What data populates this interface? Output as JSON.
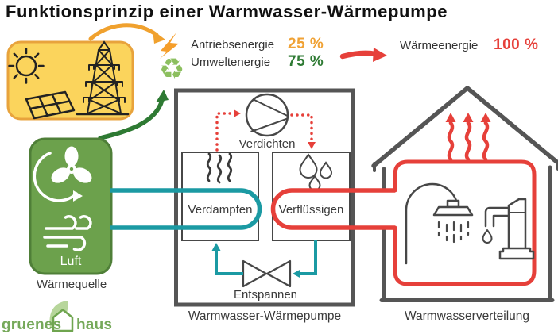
{
  "title": "Funktionsprinzip einer Warmwasser-Wärmepumpe",
  "energy": {
    "drive": {
      "label": "Antriebsenergie",
      "value": "25 %"
    },
    "environment": {
      "label": "Umweltenergie",
      "value": "75 %"
    },
    "heat": {
      "label": "Wärmeenergie",
      "value": "100 %"
    }
  },
  "heat_source": {
    "medium": "Luft",
    "caption": "Wärmequelle"
  },
  "heat_pump": {
    "caption": "Warmwasser-Wärmepumpe",
    "compress": "Verdichten",
    "evaporate": "Verdampfen",
    "condense": "Verflüssigen",
    "expand": "Entspannen"
  },
  "distribution": {
    "caption": "Warmwasserverteilung"
  },
  "logo": {
    "first": "gruenes",
    "second": "haus"
  },
  "glyphs": {
    "recycling": "♻"
  },
  "icons": [
    "sun-icon",
    "solar-panel-icon",
    "power-pylon-icon",
    "lightning-icon",
    "recycling-icon",
    "fan-icon",
    "wind-icon",
    "compressor-icon",
    "steam-icon",
    "droplets-icon",
    "expansion-valve-icon",
    "heat-waves-icon",
    "shower-icon",
    "faucet-icon",
    "leaf-house-icon"
  ],
  "colors": {
    "orange": "#F0A12E",
    "dark_green": "#2E7A33",
    "light_green": "#8CBF5F",
    "source_green": "#6CA14C",
    "teal": "#1B9AA3",
    "red": "#E6403A",
    "panel_yellow": "#FBD45C",
    "panel_yellow_border": "#E8A33C",
    "structure_gray": "#555555",
    "text_dark": "#3A3A3A",
    "logo_green": "#76A95A"
  }
}
